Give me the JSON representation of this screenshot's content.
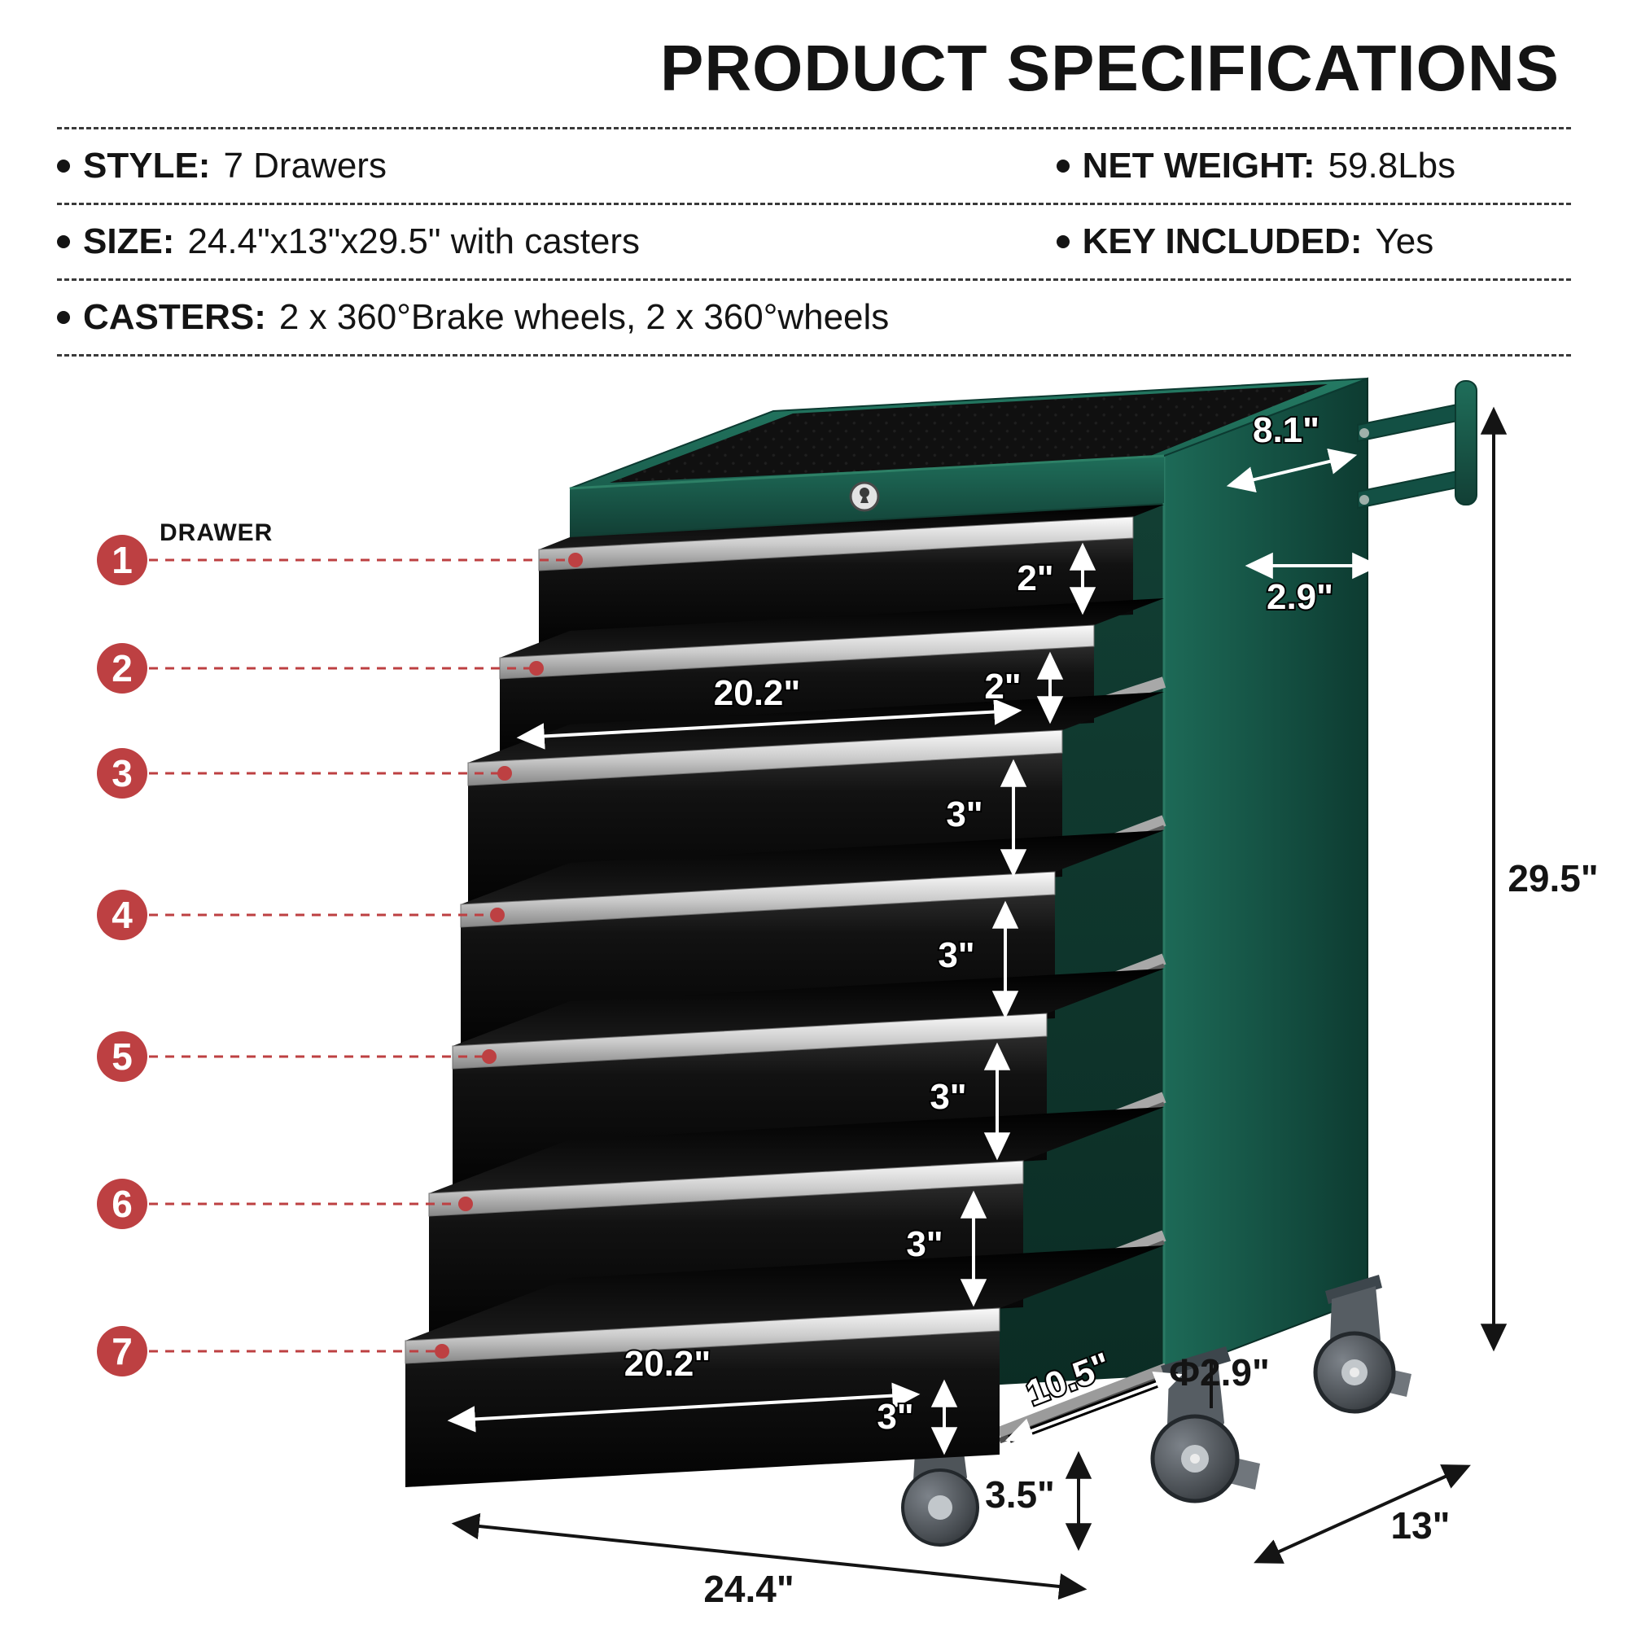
{
  "title": "PRODUCT SPECIFICATIONS",
  "specs": [
    {
      "label": "STYLE:",
      "value": "7 Drawers"
    },
    {
      "label": "NET WEIGHT:",
      "value": "59.8Lbs"
    },
    {
      "label": "SIZE:",
      "value": "24.4\"x13\"x29.5\" with casters"
    },
    {
      "label": "KEY INCLUDED:",
      "value": "Yes"
    },
    {
      "label": "CASTERS:",
      "value": "2 x 360°Brake wheels, 2 x 360°wheels"
    }
  ],
  "figure": {
    "drawer_label": "DRAWER",
    "callouts": [
      "1",
      "2",
      "3",
      "4",
      "5",
      "6",
      "7"
    ],
    "dims": {
      "handle_length": "8.1\"",
      "handle_depth": "2.9\"",
      "drawer1_height": "2\"",
      "drawer2_width": "20.2\"",
      "drawer2_height": "2\"",
      "drawer3_height": "3\"",
      "drawer4_height": "3\"",
      "drawer5_height": "3\"",
      "drawer6_height": "3\"",
      "drawer7_width": "20.2\"",
      "drawer7_height": "3\"",
      "drawer7_pullout": "10.5\"",
      "cabinet_height": "29.5\"",
      "caster_diameter": "Φ2.9\"",
      "ground_clearance": "3.5\"",
      "cabinet_depth": "13\"",
      "cabinet_width": "24.4\""
    },
    "colors": {
      "cabinet_green": "#17584a",
      "accent_red": "#bd4042",
      "drawer_black": "#0d0d0d",
      "rail_silver": "#d9d9d9"
    }
  }
}
